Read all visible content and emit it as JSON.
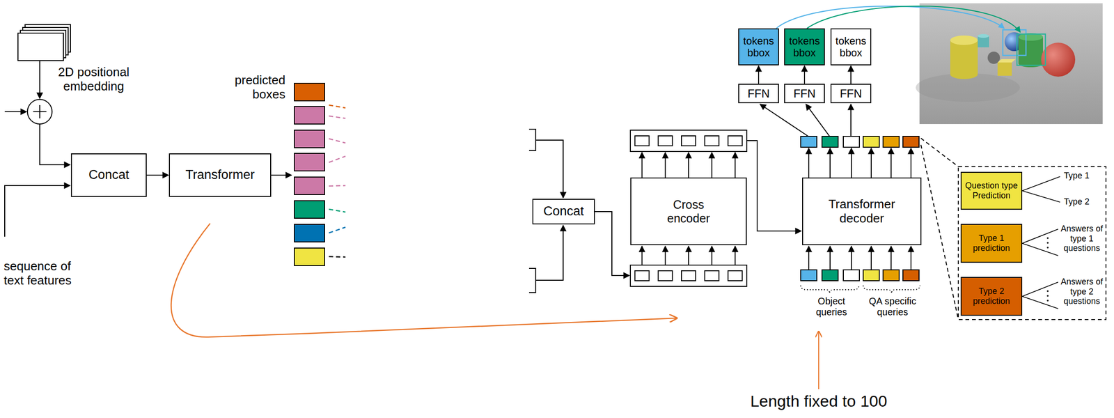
{
  "diagram": {
    "nodes": [
      {
        "text": [
          "Concat"
        ]
      },
      {
        "text": [
          "Transformer"
        ]
      },
      {
        "text": [
          "Concat"
        ]
      },
      {
        "text": [
          "Cross encoder"
        ]
      },
      {
        "text": [
          "Transformer decoder"
        ]
      },
      {
        "text": [
          "FFN"
        ]
      },
      {
        "text": [
          "FFN"
        ]
      },
      {
        "text": [
          "FFN"
        ]
      },
      {
        "text": [
          "tokens bbox"
        ]
      },
      {
        "text": [
          "tokens bbox"
        ]
      },
      {
        "text": [
          "tokens bbox"
        ]
      },
      {
        "text": [
          "Question type Prediction"
        ]
      },
      {
        "text": [
          "Type 1 prediction"
        ]
      },
      {
        "text": [
          "Type 2 prediction"
        ]
      }
    ],
    "edges": [
      {
        "from": 0,
        "to": 1,
        "arrow": "to"
      },
      {
        "from": 5,
        "to": 8,
        "arrow": "to"
      },
      {
        "from": 6,
        "to": 9,
        "arrow": "to"
      },
      {
        "from": 7,
        "to": 10,
        "arrow": "to"
      }
    ],
    "labels": [
      "2D positional embedding",
      "predicted boxes",
      "sequence of text features",
      "Object queries",
      "QA specific queries",
      "Type 1",
      "Type 2",
      "Answers of type 1 questions",
      "Answers of type 2 questions",
      "Length fixed to 100"
    ]
  }
}
